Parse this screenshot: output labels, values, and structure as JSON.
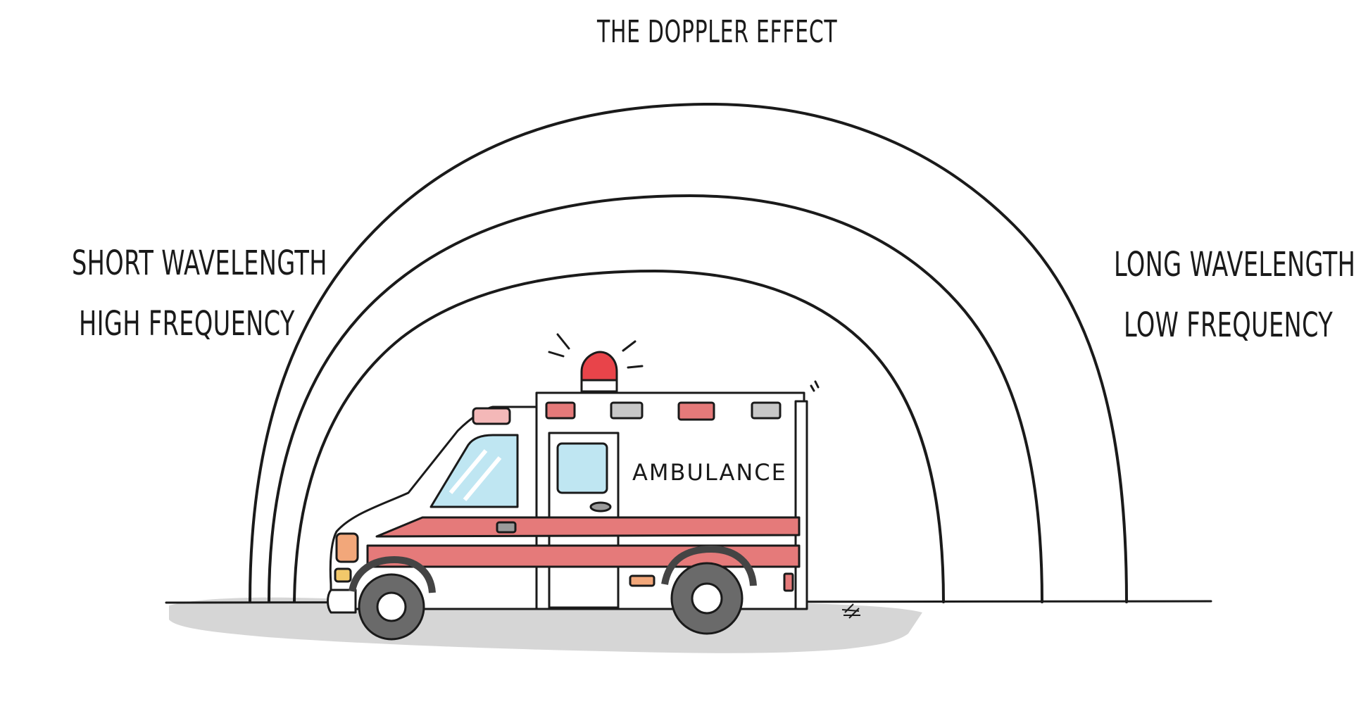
{
  "title": "THE DOPPLER EFFECT",
  "left_labels": {
    "line1": "SHORT WAVELENGTH",
    "line2": "HIGH FREQUENCY"
  },
  "right_labels": {
    "line1": "LONG WAVELENGTH",
    "line2": "LOW FREQUENCY"
  },
  "vehicle": {
    "side_text": "AMBULANCE"
  },
  "colors": {
    "ink": "#1a1a1a",
    "stripe": "#e57a7a",
    "beacon": "#e8444a",
    "window": "#bfe6f2",
    "shadow": "#cfcfcf",
    "tire": "#6a6a6a",
    "roof_light_gray": "#c8c8c8",
    "headlight": "#f2a77a",
    "indicator": "#f2c86a"
  }
}
